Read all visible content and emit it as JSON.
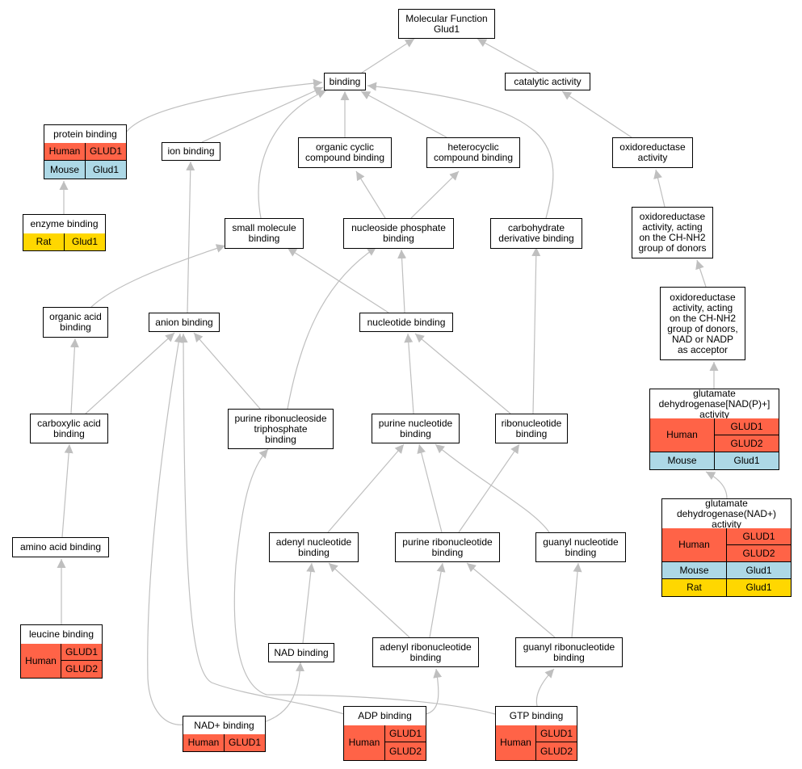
{
  "colors": {
    "human": "#ff6347",
    "mouse": "#add8e6",
    "rat": "#ffd700",
    "edge": "#bfbfbf",
    "border": "#000000"
  },
  "nodes": {
    "mf": [
      "Molecular Function",
      "Glud1"
    ],
    "binding": [
      "binding"
    ],
    "catalytic": [
      "catalytic activity"
    ],
    "ion": [
      "ion binding"
    ],
    "orgcyclic": [
      "organic cyclic",
      "compound binding"
    ],
    "hetero": [
      "heterocyclic",
      "compound binding"
    ],
    "oxred": [
      "oxidoreductase",
      "activity"
    ],
    "oxred_ch": [
      "oxidoreductase",
      "activity, acting",
      "on the CH-NH2",
      "group of donors"
    ],
    "smallmol": [
      "small molecule",
      "binding"
    ],
    "nucphos": [
      "nucleoside phosphate",
      "binding"
    ],
    "carbderiv": [
      "carbohydrate",
      "derivative binding"
    ],
    "oxred_nad": [
      "oxidoreductase",
      "activity, acting",
      "on the CH-NH2",
      "group of donors,",
      "NAD or NADP",
      "as acceptor"
    ],
    "orgacid": [
      "organic acid",
      "binding"
    ],
    "anion": [
      "anion binding"
    ],
    "nucleotide": [
      "nucleotide binding"
    ],
    "carboxylic": [
      "carboxylic acid",
      "binding"
    ],
    "purtri": [
      "purine ribonucleoside",
      "triphosphate",
      "binding"
    ],
    "purnuc": [
      "purine nucleotide",
      "binding"
    ],
    "ribonuc": [
      "ribonucleotide",
      "binding"
    ],
    "aminoacid": [
      "amino acid binding"
    ],
    "adenyl": [
      "adenyl nucleotide",
      "binding"
    ],
    "purribo": [
      "purine ribonucleotide",
      "binding"
    ],
    "guanyl": [
      "guanyl nucleotide",
      "binding"
    ],
    "nad": [
      "NAD binding"
    ],
    "adenylribo": [
      "adenyl ribonucleotide",
      "binding"
    ],
    "guanylribo": [
      "guanyl ribonucleotide",
      "binding"
    ]
  },
  "annotated": {
    "protein": {
      "title": [
        "protein binding"
      ],
      "rows": [
        {
          "species": "Human",
          "genes": [
            "GLUD1"
          ]
        },
        {
          "species": "Mouse",
          "genes": [
            "Glud1"
          ]
        }
      ]
    },
    "enzyme": {
      "title": [
        "enzyme binding"
      ],
      "rows": [
        {
          "species": "Rat",
          "genes": [
            "Glud1"
          ]
        }
      ]
    },
    "gdhnadp": {
      "title": [
        "glutamate dehydrogenase",
        "[NAD(P)+] activity"
      ],
      "rows": [
        {
          "species": "Human",
          "genes": [
            "GLUD1",
            "GLUD2"
          ]
        },
        {
          "species": "Mouse",
          "genes": [
            "Glud1"
          ]
        }
      ]
    },
    "gdhnad": {
      "title": [
        "glutamate dehydrogenase",
        "(NAD+) activity"
      ],
      "rows": [
        {
          "species": "Human",
          "genes": [
            "GLUD1",
            "GLUD2"
          ]
        },
        {
          "species": "Mouse",
          "genes": [
            "Glud1"
          ]
        },
        {
          "species": "Rat",
          "genes": [
            "Glud1"
          ]
        }
      ]
    },
    "leucine": {
      "title": [
        "leucine binding"
      ],
      "rows": [
        {
          "species": "Human",
          "genes": [
            "GLUD1",
            "GLUD2"
          ]
        }
      ]
    },
    "nadplus": {
      "title": [
        "NAD+ binding"
      ],
      "rows": [
        {
          "species": "Human",
          "genes": [
            "GLUD1"
          ]
        }
      ]
    },
    "adp": {
      "title": [
        "ADP binding"
      ],
      "rows": [
        {
          "species": "Human",
          "genes": [
            "GLUD1",
            "GLUD2"
          ]
        }
      ]
    },
    "gtp": {
      "title": [
        "GTP binding"
      ],
      "rows": [
        {
          "species": "Human",
          "genes": [
            "GLUD1",
            "GLUD2"
          ]
        }
      ]
    }
  }
}
